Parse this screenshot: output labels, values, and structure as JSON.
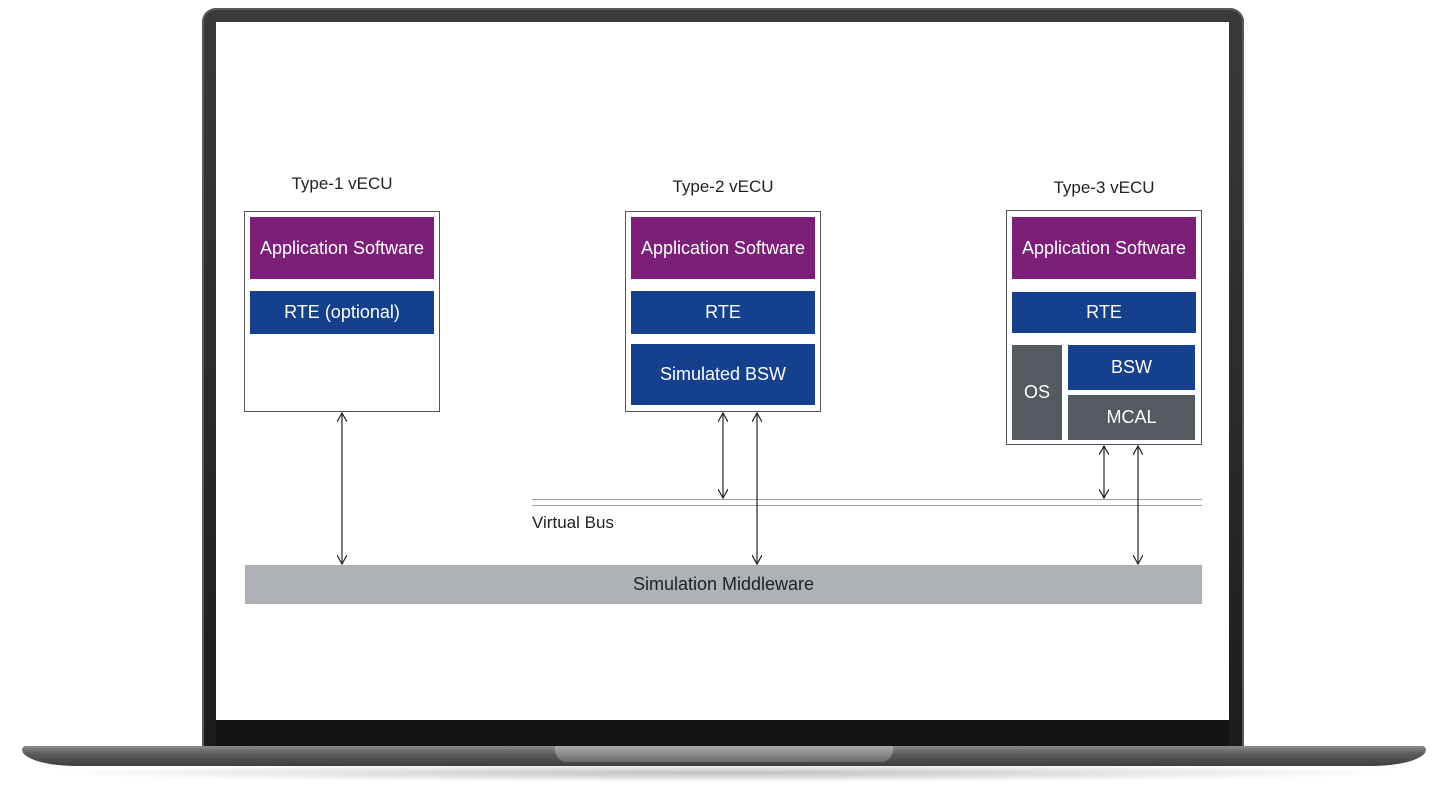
{
  "diagram": {
    "type1": {
      "title": "Type-1 vECU",
      "app": "Application Software",
      "rte": "RTE (optional)"
    },
    "type2": {
      "title": "Type-2 vECU",
      "app": "Application Software",
      "rte": "RTE",
      "bsw": "Simulated BSW"
    },
    "type3": {
      "title": "Type-3 vECU",
      "app": "Application Software",
      "rte": "RTE",
      "os": "OS",
      "bsw": "BSW",
      "mcal": "MCAL"
    },
    "virtual_bus": "Virtual Bus",
    "middleware": "Simulation Middleware"
  },
  "colors": {
    "application": "#7d1f78",
    "rte": "#15408e",
    "os_mcal": "#555a60",
    "middleware": "#aeb2b7"
  }
}
